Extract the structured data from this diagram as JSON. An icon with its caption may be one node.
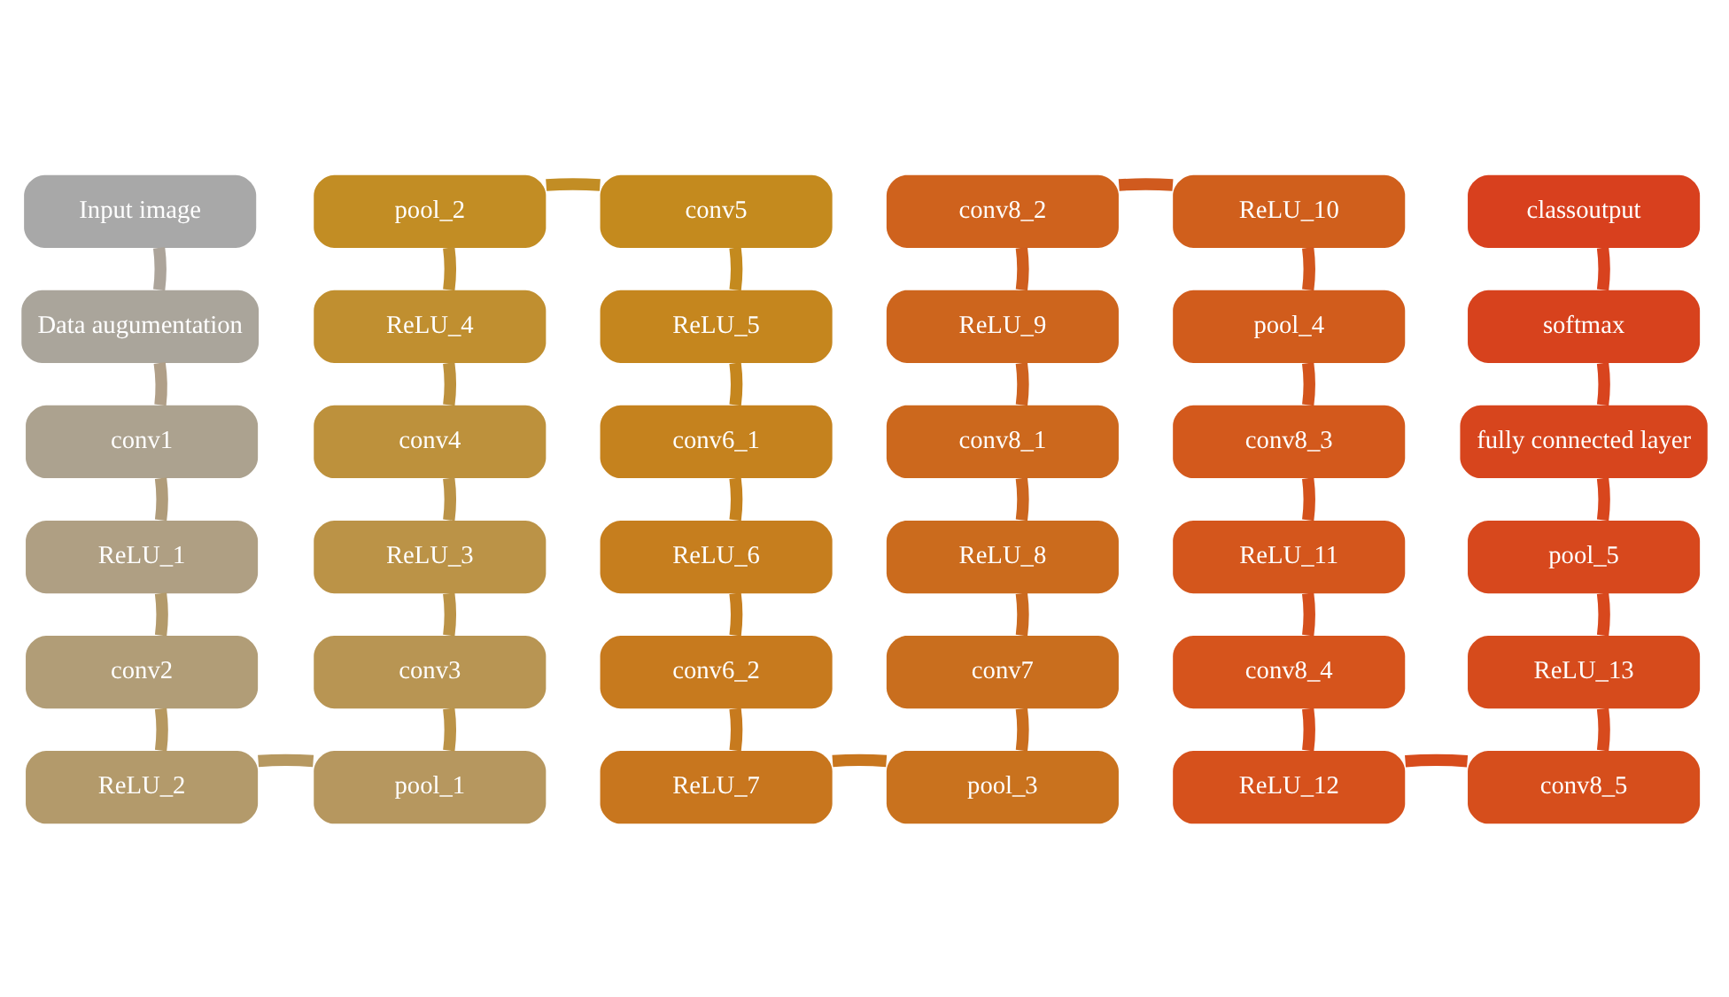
{
  "diagram": {
    "nodes": [
      {
        "text": [
          "Input image"
        ]
      },
      {
        "text": [
          "Data augumentation"
        ]
      },
      {
        "text": [
          "conv1"
        ]
      },
      {
        "text": [
          "ReLU_1"
        ]
      },
      {
        "text": [
          "conv2"
        ]
      },
      {
        "text": [
          "ReLU_2"
        ]
      },
      {
        "text": [
          "pool_1"
        ]
      },
      {
        "text": [
          "conv3"
        ]
      },
      {
        "text": [
          "ReLU_3"
        ]
      },
      {
        "text": [
          "conv4"
        ]
      },
      {
        "text": [
          "ReLU_4"
        ]
      },
      {
        "text": [
          "pool_2"
        ]
      },
      {
        "text": [
          "conv5"
        ]
      },
      {
        "text": [
          "ReLU_5"
        ]
      },
      {
        "text": [
          "conv6_1"
        ]
      },
      {
        "text": [
          "ReLU_6"
        ]
      },
      {
        "text": [
          "conv6_2"
        ]
      },
      {
        "text": [
          "ReLU_7"
        ]
      },
      {
        "text": [
          "pool_3"
        ]
      },
      {
        "text": [
          "conv7"
        ]
      },
      {
        "text": [
          "ReLU_8"
        ]
      },
      {
        "text": [
          "conv8_1"
        ]
      },
      {
        "text": [
          "ReLU_9"
        ]
      },
      {
        "text": [
          "conv8_2"
        ]
      },
      {
        "text": [
          "ReLU_10"
        ]
      },
      {
        "text": [
          "pool_4"
        ]
      },
      {
        "text": [
          "conv8_3"
        ]
      },
      {
        "text": [
          "ReLU_11"
        ]
      },
      {
        "text": [
          "conv8_4"
        ]
      },
      {
        "text": [
          "ReLU_12"
        ]
      },
      {
        "text": [
          "conv8_5"
        ]
      },
      {
        "text": [
          "ReLU_13"
        ]
      },
      {
        "text": [
          "pool_5"
        ]
      },
      {
        "text": [
          "fully connected layer"
        ]
      },
      {
        "text": [
          "softmax"
        ]
      },
      {
        "text": [
          "classoutput"
        ]
      }
    ],
    "edges": [
      {
        "from": 0,
        "to": 1,
        "arrow": "none",
        "color": "#aca49a"
      },
      {
        "from": 1,
        "to": 2,
        "arrow": "none",
        "color": "#b09f88"
      },
      {
        "from": 2,
        "to": 3,
        "arrow": "none",
        "color": "#b09c7a"
      },
      {
        "from": 3,
        "to": 4,
        "arrow": "none",
        "color": "#b39a6b"
      },
      {
        "from": 4,
        "to": 5,
        "arrow": "none",
        "color": "#b69860"
      },
      {
        "from": 5,
        "to": 6,
        "arrow": "none",
        "color": "#b69860"
      },
      {
        "from": 6,
        "to": 7,
        "arrow": "none",
        "color": "#bb9347"
      },
      {
        "from": 7,
        "to": 8,
        "arrow": "none",
        "color": "#bb9347"
      },
      {
        "from": 8,
        "to": 9,
        "arrow": "none",
        "color": "#bb9347"
      },
      {
        "from": 9,
        "to": 10,
        "arrow": "none",
        "color": "#bd913c"
      },
      {
        "from": 10,
        "to": 11,
        "arrow": "none",
        "color": "#c08f30"
      },
      {
        "from": 11,
        "to": 12,
        "arrow": "none",
        "color": "#c28d24"
      },
      {
        "from": 12,
        "to": 13,
        "arrow": "none",
        "color": "#c48a1e"
      },
      {
        "from": 13,
        "to": 14,
        "arrow": "none",
        "color": "#c5861e"
      },
      {
        "from": 14,
        "to": 15,
        "arrow": "none",
        "color": "#c5821e"
      },
      {
        "from": 15,
        "to": 16,
        "arrow": "none",
        "color": "#c67e1e"
      },
      {
        "from": 16,
        "to": 17,
        "arrow": "none",
        "color": "#c77a1e"
      },
      {
        "from": 17,
        "to": 18,
        "arrow": "none",
        "color": "#c8761e"
      },
      {
        "from": 18,
        "to": 19,
        "arrow": "none",
        "color": "#ca6e1f"
      },
      {
        "from": 19,
        "to": 20,
        "arrow": "none",
        "color": "#cb6a1f"
      },
      {
        "from": 20,
        "to": 21,
        "arrow": "none",
        "color": "#cc661f"
      },
      {
        "from": 21,
        "to": 22,
        "arrow": "none",
        "color": "#ce621f"
      },
      {
        "from": 22,
        "to": 23,
        "arrow": "none",
        "color": "#cf5e1e"
      },
      {
        "from": 23,
        "to": 24,
        "arrow": "none",
        "color": "#d05a1e"
      },
      {
        "from": 24,
        "to": 25,
        "arrow": "none",
        "color": "#d2561d"
      },
      {
        "from": 25,
        "to": 26,
        "arrow": "none",
        "color": "#d3541c"
      },
      {
        "from": 26,
        "to": 27,
        "arrow": "none",
        "color": "#d4521c"
      },
      {
        "from": 27,
        "to": 28,
        "arrow": "none",
        "color": "#d5501c"
      },
      {
        "from": 28,
        "to": 29,
        "arrow": "none",
        "color": "#d64e1c"
      },
      {
        "from": 29,
        "to": 30,
        "arrow": "none",
        "color": "#d74c1c"
      },
      {
        "from": 30,
        "to": 31,
        "arrow": "none",
        "color": "#d74a1d"
      },
      {
        "from": 31,
        "to": 32,
        "arrow": "none",
        "color": "#d8481d"
      },
      {
        "from": 32,
        "to": 33,
        "arrow": "none",
        "color": "#d8461d"
      },
      {
        "from": 33,
        "to": 34,
        "arrow": "none",
        "color": "#d8441e"
      },
      {
        "from": 34,
        "to": 35,
        "arrow": "none",
        "color": "#d8421e"
      }
    ]
  }
}
